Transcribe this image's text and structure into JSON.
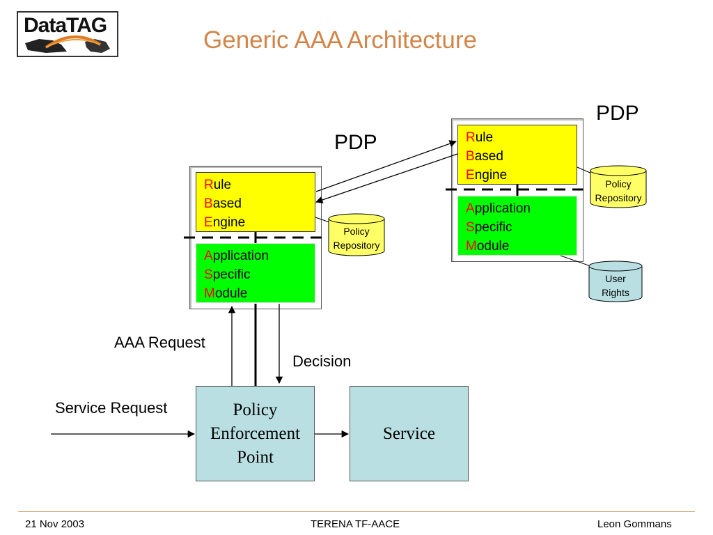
{
  "slide": {
    "title": "Generic AAA Architecture",
    "logo_text": "DataTAG"
  },
  "pdp_left": {
    "label": "PDP",
    "engine": {
      "l1": "R",
      "r1": "ule",
      "l2": "B",
      "r2": "ased",
      "l3": "E",
      "r3": "ngine"
    },
    "module": {
      "l1": "A",
      "r1": "pplication",
      "l2": "S",
      "r2": "pecific",
      "l3": "M",
      "r3": "odule"
    },
    "repository": [
      "Policy",
      "Repository"
    ]
  },
  "pdp_right": {
    "label": "PDP",
    "engine": {
      "l1": "R",
      "r1": "ule",
      "l2": "B",
      "r2": "ased",
      "l3": "E",
      "r3": "ngine"
    },
    "module": {
      "l1": "A",
      "r1": "pplication",
      "l2": "S",
      "r2": "pecific",
      "l3": "M",
      "r3": "odule"
    },
    "repository": [
      "Policy",
      "Repository"
    ],
    "user_rights": [
      "User",
      "Rights"
    ]
  },
  "flow": {
    "aaa_request": "AAA Request",
    "decision": "Decision",
    "service_request": "Service Request",
    "pep": [
      "Policy",
      "Enforcement",
      "Point"
    ],
    "service": "Service"
  },
  "footer": {
    "date": "21 Nov 2003",
    "event": "TERENA TF-AACE",
    "author": "Leon Gommans"
  },
  "colors": {
    "title": "#d2854a",
    "engine": "#ffff00",
    "module": "#00ff00",
    "cylinder": "#ffff66",
    "user_rights": "#b9dfe2",
    "initial_letters": "#ff0000"
  }
}
